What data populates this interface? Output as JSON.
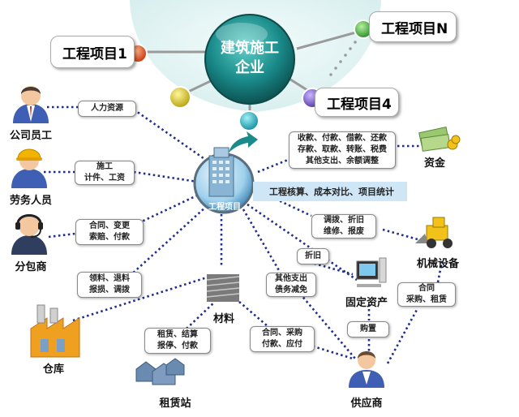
{
  "center": {
    "title_line1": "建筑施工",
    "title_line2": "企业"
  },
  "projects": {
    "p1": "工程项目1",
    "pn": "工程项目N",
    "p4": "工程项目4"
  },
  "hub": {
    "label": "工程项目"
  },
  "band_text": "工程核算、成本对比、项目统计",
  "nodes": {
    "staff": "公司员工",
    "labor": "劳务人员",
    "subcontractor": "分包商",
    "warehouse": "仓库",
    "material": "材料",
    "rental_station": "租赁站",
    "supplier": "供应商",
    "fixed_assets": "固定资产",
    "machinery": "机械设备",
    "funds": "资金"
  },
  "boxes": {
    "hr": [
      "人力资源"
    ],
    "piecework": [
      "施工",
      "计件、工资"
    ],
    "subcontract": [
      "合同、变更",
      "索赔、付款"
    ],
    "warehouse_ops": [
      "领料、退料",
      "报损、调拨"
    ],
    "rental_ops": [
      "租赁、结算",
      "报停、付款"
    ],
    "supplier_ops": [
      "合同、采购",
      "付款、应付"
    ],
    "other_exp": [
      "其他支出",
      "债务减免"
    ],
    "depreciation_a": [
      "折旧"
    ],
    "purchase": [
      "购置"
    ],
    "transfer": [
      "调拨、折旧",
      "维修、报废"
    ],
    "machine_contract": [
      "合同",
      "采购、租赁"
    ],
    "finance": [
      "收款、付款、借款、还款",
      "存款、取款、转账、税费",
      "其他支出、余额调整"
    ]
  },
  "colors": {
    "dot_line": "#1f2e8c",
    "center_teal": "#1a8a8a",
    "band": "#cfe6f7",
    "dot_red": "#d0461c",
    "dot_green": "#3aa53a",
    "dot_yellow": "#d4c21a",
    "dot_purple": "#6a4bb8",
    "dot_teal": "#1aa3b8"
  },
  "icons": [
    "staff-person-icon",
    "worker-helmet-icon",
    "headset-person-icon",
    "factory-icon",
    "steel-bars-icon",
    "houses-icon",
    "supplier-person-icon",
    "computer-icon",
    "loader-icon",
    "money-icon",
    "building-icon",
    "arrow-icon"
  ]
}
